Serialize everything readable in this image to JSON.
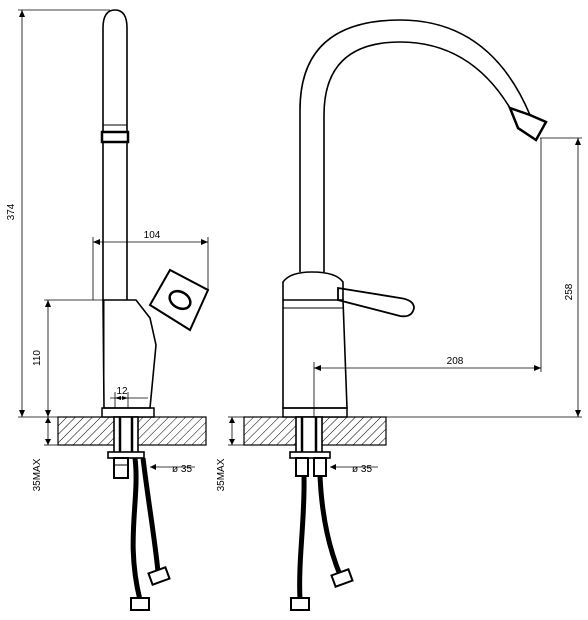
{
  "dimensions": {
    "total_height": "374",
    "spout_reach_left": "104",
    "body_height": "110",
    "base_width": "12",
    "max_thickness_left": "35MAX",
    "hole_diameter_left": "ø 35",
    "spout_height_right": "258",
    "spout_reach_right": "208",
    "max_thickness_right": "35MAX",
    "hole_diameter_right": "ø 35"
  },
  "colors": {
    "line": "#000000",
    "background": "#ffffff"
  }
}
